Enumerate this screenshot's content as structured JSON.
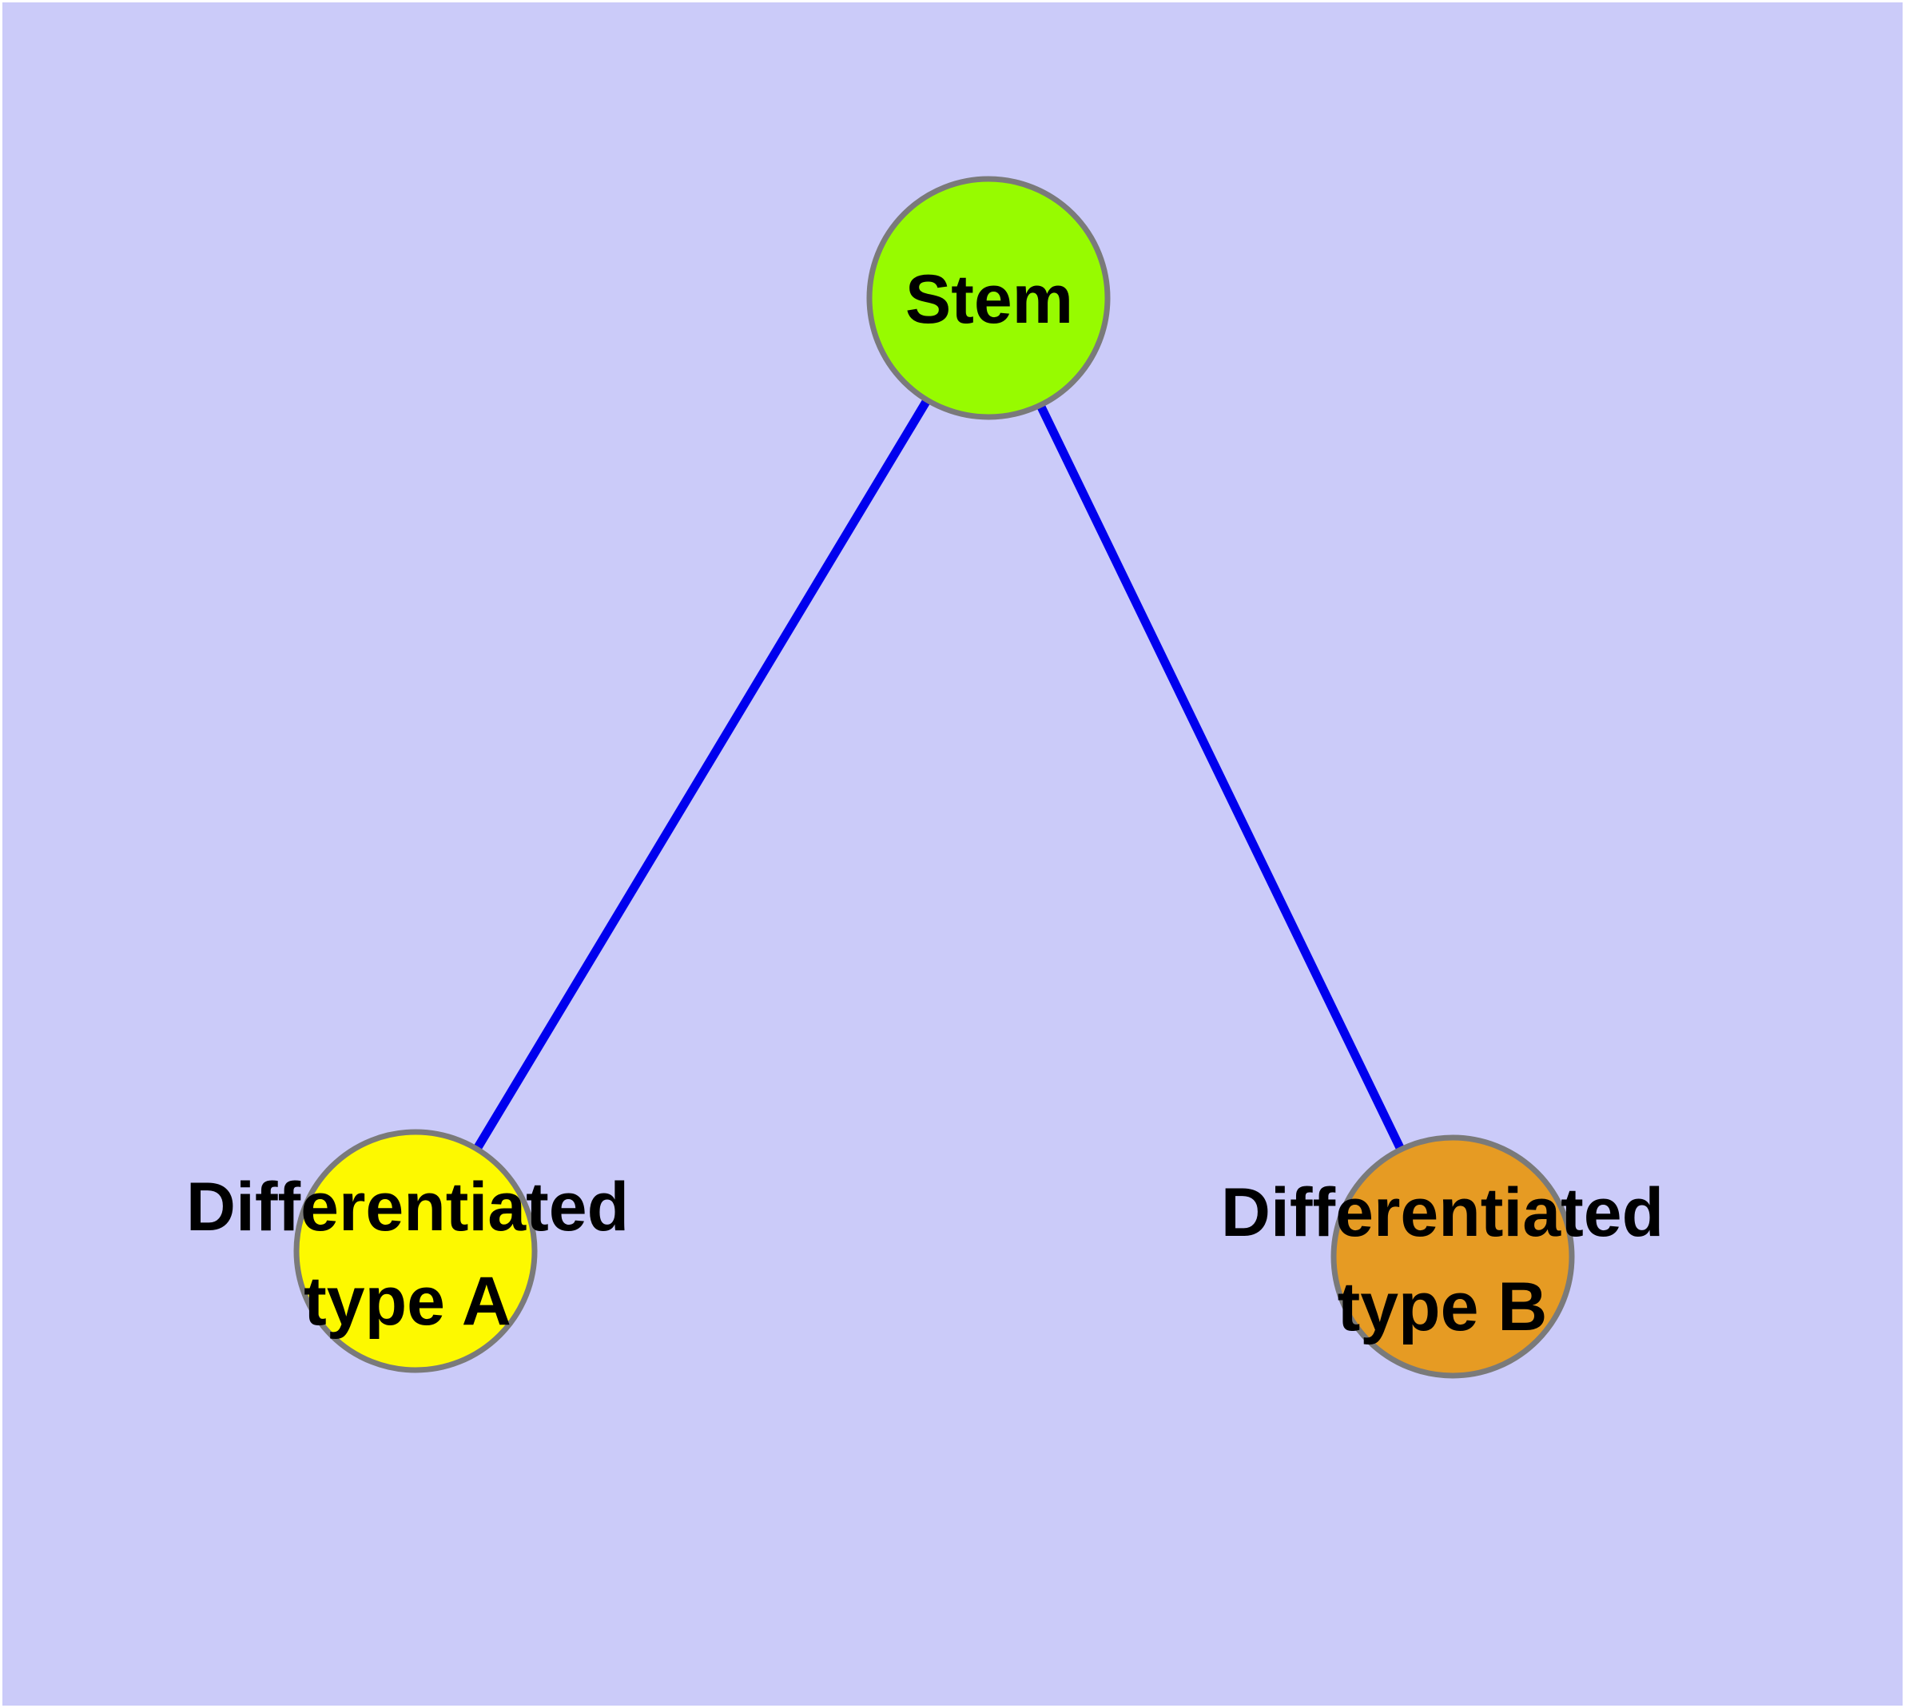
{
  "canvas": {
    "background": "#CBCBF9",
    "frame_color": "#FFFFFF"
  },
  "edges": {
    "color": "#0000EE"
  },
  "node_border_color": "#7A7A7A",
  "nodes": {
    "stem": {
      "label": "Stem",
      "fill": "#97FB00"
    },
    "type_a": {
      "label_line1": "Differentiated",
      "label_line2": "type A",
      "fill": "#FDF900"
    },
    "type_b": {
      "label_line1": "Differentiated",
      "label_line2": "type B",
      "fill": "#E69B23"
    }
  }
}
